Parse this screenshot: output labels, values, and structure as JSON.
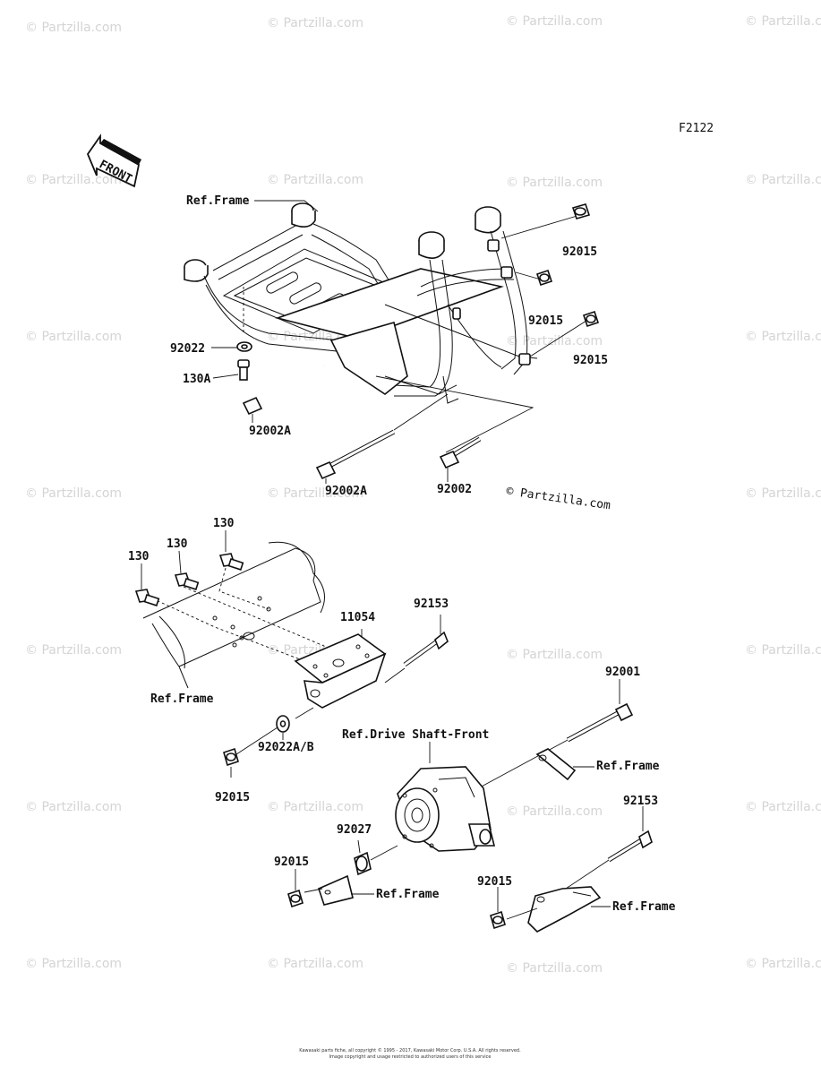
{
  "diagram_id": "F2122",
  "front_label": "FRONT",
  "copyright_watermark": "© Partzilla.com",
  "watermark_text": "© Partzilla.com",
  "footer_line1": "Kawasaki parts fiche, all copyright © 1995 - 2017, Kawasaki Motor Corp. U.S.A. All rights reserved.",
  "footer_line2": "Image copyright and usage restricted to authorized users of this service",
  "labels": {
    "ref_frame_top": "Ref.Frame",
    "p92015_a": "92015",
    "p92015_b": "92015",
    "p92015_c": "92015",
    "p92022": "92022",
    "p130A": "130A",
    "p92002A_a": "92002A",
    "p92002A_b": "92002A",
    "p92002": "92002",
    "p130_a": "130",
    "p130_b": "130",
    "p130_c": "130",
    "p11054": "11054",
    "p92153_a": "92153",
    "ref_frame_mid": "Ref.Frame",
    "p92001": "92001",
    "ref_drive_shaft": "Ref.Drive Shaft-Front",
    "ref_frame_right": "Ref.Frame",
    "p92022AB": "92022A/B",
    "p92015_d": "92015",
    "p92027": "92027",
    "p92015_e": "92015",
    "ref_frame_bottom": "Ref.Frame",
    "p92153_b": "92153",
    "p92015_f": "92015",
    "ref_frame_bottom_right": "Ref.Frame"
  }
}
